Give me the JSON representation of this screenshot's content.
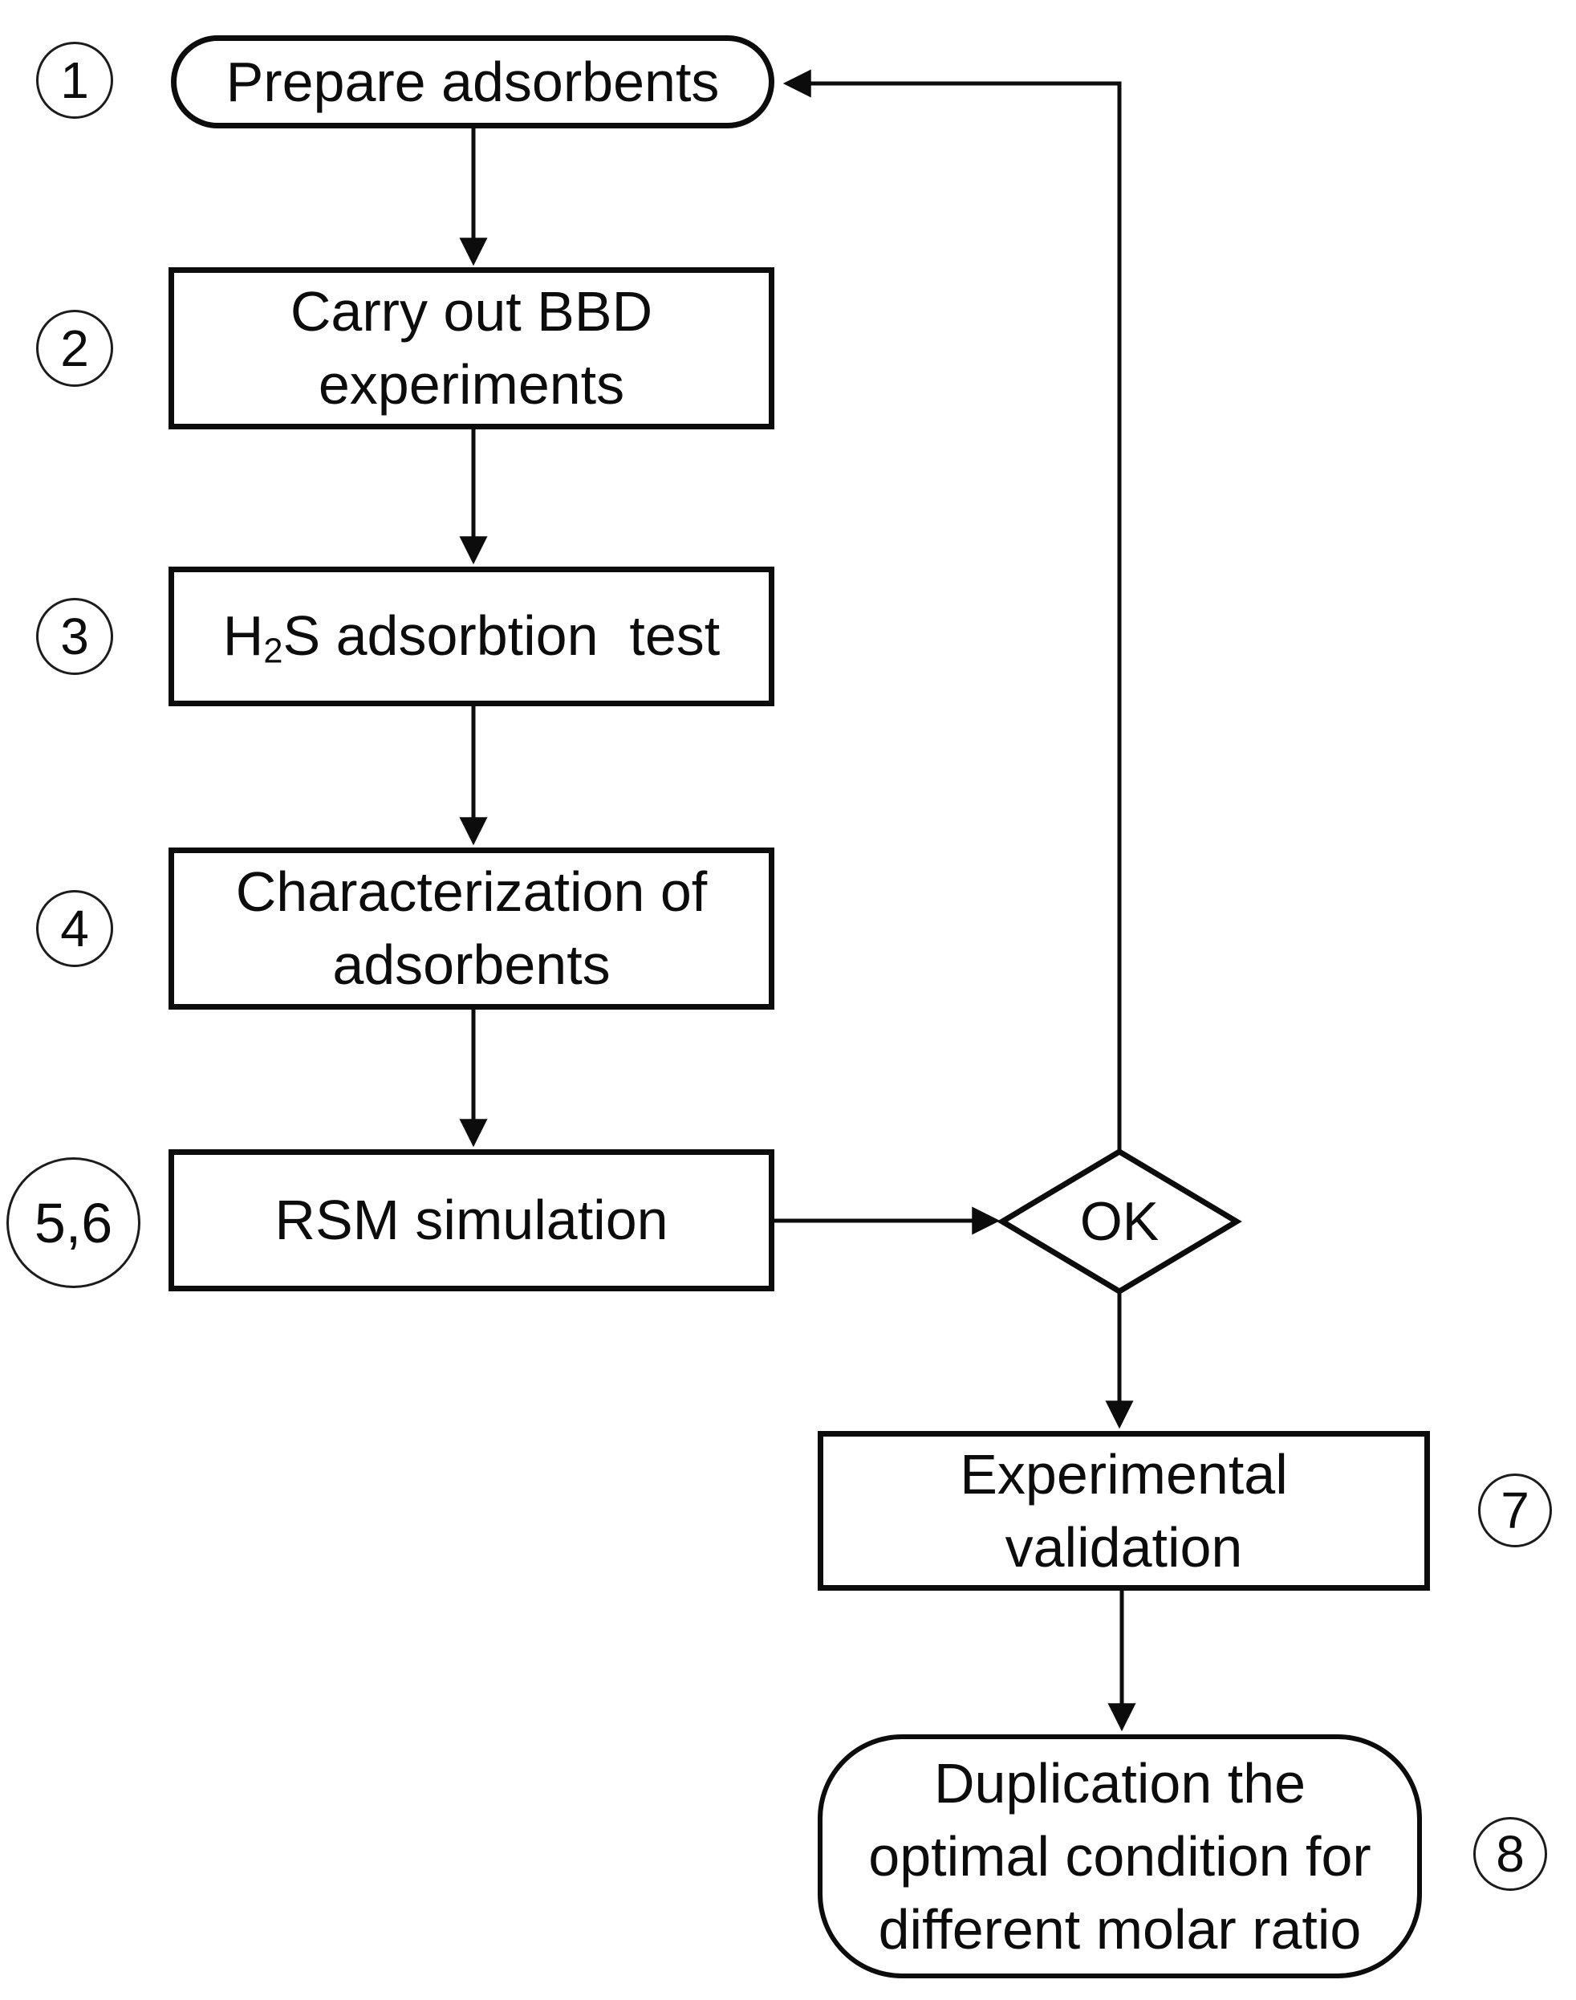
{
  "colors": {
    "ink": "#0c0c0c",
    "paper": "#ffffff"
  },
  "nodes": {
    "prepare": {
      "badge": "1",
      "label": "Prepare adsorbents"
    },
    "bbd": {
      "badge": "2",
      "label": "Carry out BBD\nexperiments"
    },
    "h2s": {
      "badge": "3",
      "formula_pre": "H",
      "formula_sub": "2",
      "formula_post": "S adsorbtion  test"
    },
    "characterization": {
      "badge": "4",
      "label": "Characterization of\nadsorbents"
    },
    "rsm": {
      "badge": "5,6",
      "label": "RSM simulation"
    },
    "decision": {
      "label": "OK"
    },
    "validation": {
      "badge": "7",
      "label": "Experimental\nvalidation"
    },
    "duplication": {
      "badge": "8",
      "label": "Duplication the\noptimal condition for\ndifferent molar ratio"
    }
  }
}
